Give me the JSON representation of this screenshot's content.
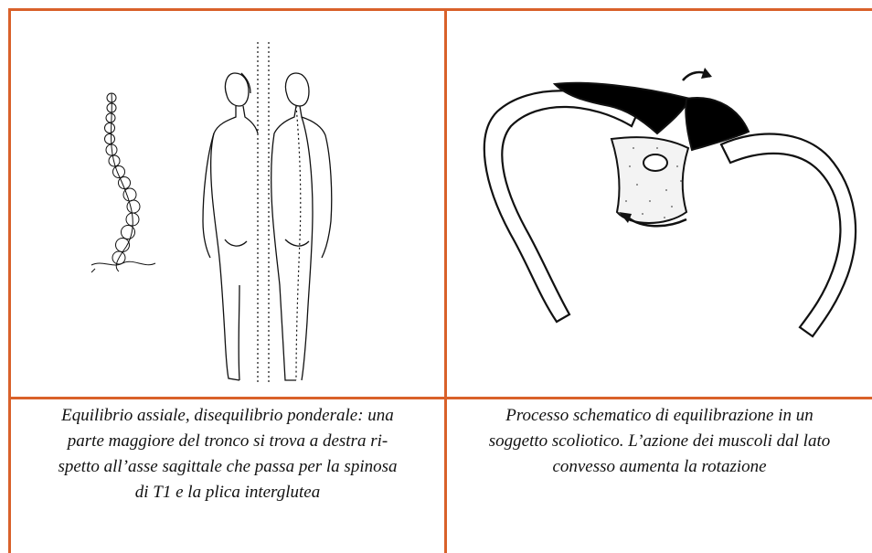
{
  "style": {
    "border_color": "#d9612a"
  },
  "figures": [
    {
      "illustration": "spine-and-back-figures",
      "caption_lines": [
        "Equilibrio assiale, disequilibrio ponderale: una",
        "parte maggiore del tronco si trova a destra ri-",
        "spetto all’asse sagittale che passa per la spinosa",
        "di T1 e la plica interglutea"
      ]
    },
    {
      "illustration": "vertebra-rotation-diagram",
      "caption_lines": [
        "Processo schematico di equilibrazione in un",
        "soggetto scoliotico. L’azione dei muscoli dal lato",
        "convesso aumenta la rotazione"
      ]
    }
  ]
}
